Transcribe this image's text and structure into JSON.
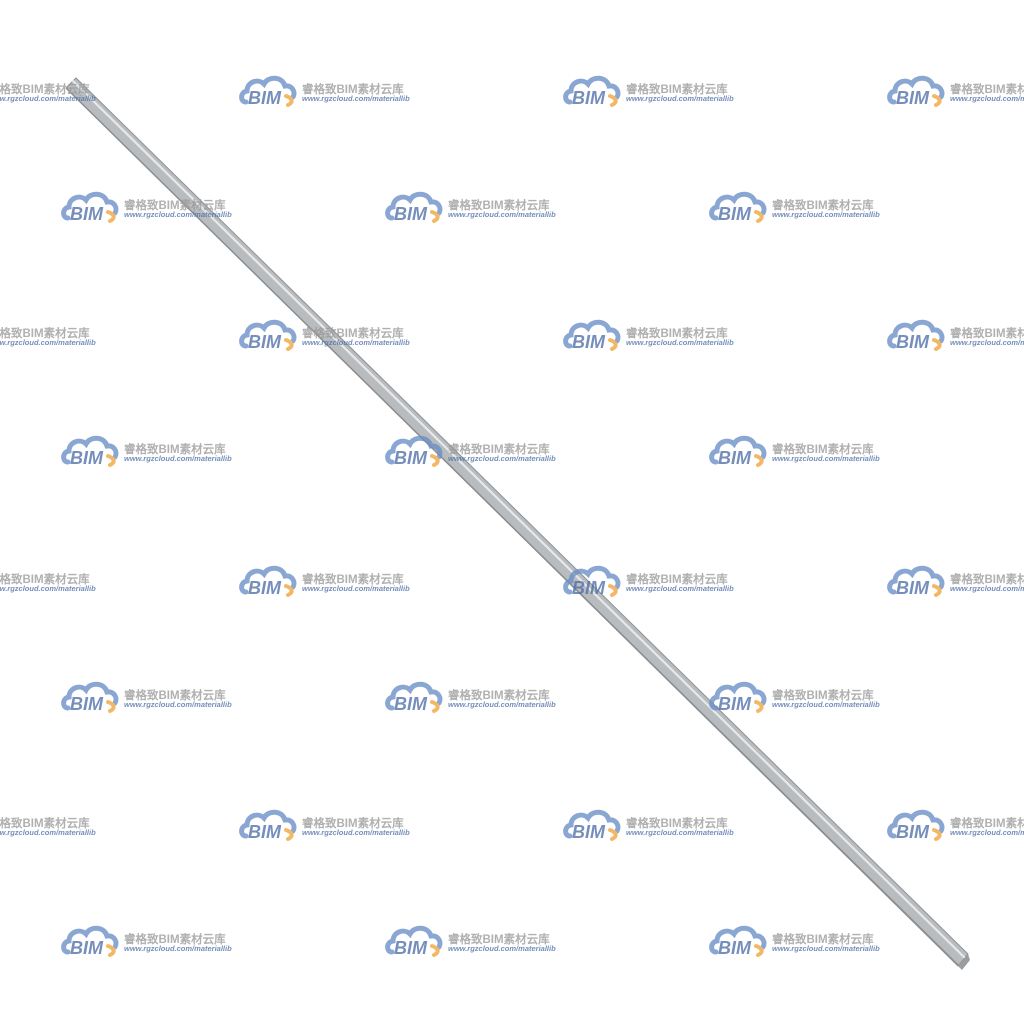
{
  "scene": {
    "subject": "steel-rod",
    "background_color": "#ffffff",
    "rod_colors": {
      "edge_dark": "#8e9194",
      "body": "#b5b8bb",
      "highlight": "#e3e5e7"
    }
  },
  "watermark": {
    "logo_text": "BIM",
    "brand_name": "睿格致BIM素材云库",
    "url": "www.rgzcloud.com/materiallib",
    "colors": {
      "cloud_blue": "#6a8fc7",
      "cloud_orange": "#f0a53a",
      "text_gray": "#9a9a9a",
      "url_blue": "#4f6fa8"
    }
  }
}
